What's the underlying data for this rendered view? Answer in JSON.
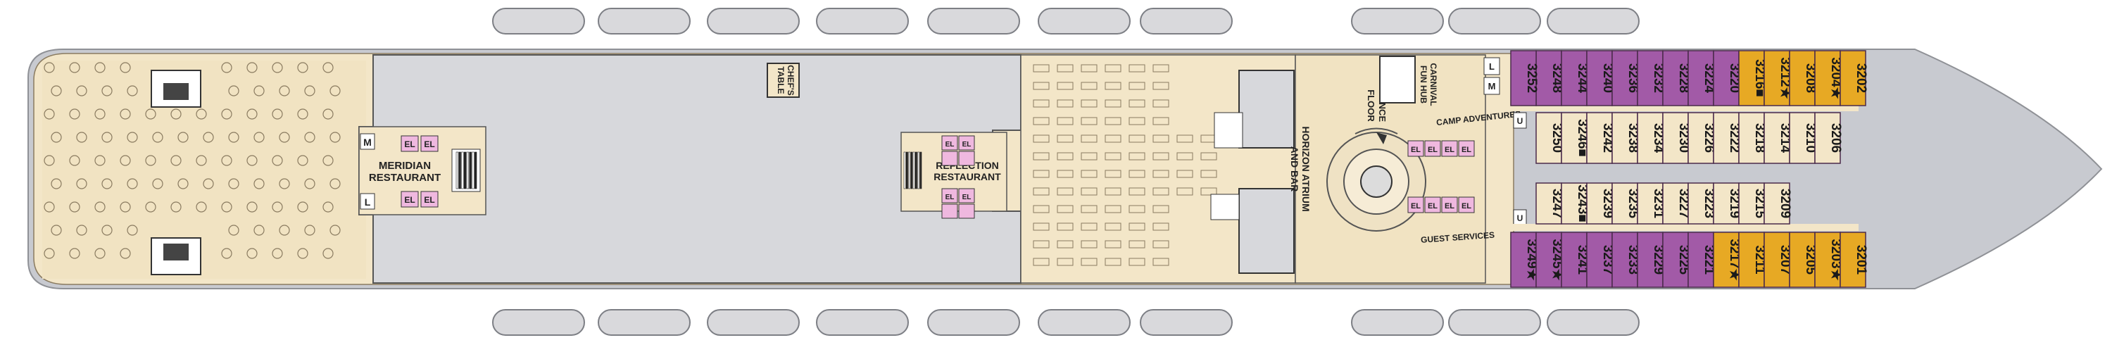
{
  "venues": {
    "meridian_line1": "MERIDIAN",
    "meridian_line2": "RESTAURANT",
    "chefs_table_line1": "CHEF'S",
    "chefs_table_line2": "TABLE",
    "reflection_line1": "REFLECTION",
    "reflection_line2": "RESTAURANT",
    "horizon_atrium": "HORIZON ATRIUM",
    "horizon_atrium_2": "AND BAR",
    "dance_floor_line1": "DANCE",
    "dance_floor_line2": "FLOOR",
    "fun_hub_line1": "CARNIVAL",
    "fun_hub_line2": "FUN HUB",
    "camp_adventures": "CAMP ADVENTURES",
    "guest_services": "GUEST SERVICES"
  },
  "symbols": {
    "elevator": "EL",
    "men": "M",
    "ladies": "L",
    "unisex": "U"
  },
  "colors": {
    "hull": "#c8cad0",
    "deck_floor": "#f3e6c8",
    "open_area": "#d7d8dc",
    "lifeboat": "#d9d9dc",
    "elevator": "#efb8df",
    "cabin_purple": "#a25aa7",
    "cabin_gold": "#e7a924"
  },
  "cabins": {
    "top_row": [
      "3248",
      "3244",
      "3240",
      "3236",
      "3232",
      "3228",
      "3224",
      "3220",
      "3216■",
      "3212★",
      "3208",
      "3204★",
      "3202"
    ],
    "top_extra": "3252",
    "upper_mid_row": [
      "3250",
      "3246■",
      "3242",
      "3238",
      "3234",
      "3230",
      "3226",
      "3222",
      "3218",
      "3214",
      "3210",
      "3206"
    ],
    "lower_mid_row": [
      "3247",
      "3243■",
      "3239",
      "3235",
      "3231",
      "3227",
      "3223",
      "3219",
      "3215",
      "3209"
    ],
    "bottom_row": [
      "3249★",
      "3245★",
      "3241",
      "3237",
      "3233",
      "3229",
      "3225",
      "3221",
      "3217★",
      "3211",
      "3207",
      "3205",
      "3203★",
      "3201"
    ]
  }
}
